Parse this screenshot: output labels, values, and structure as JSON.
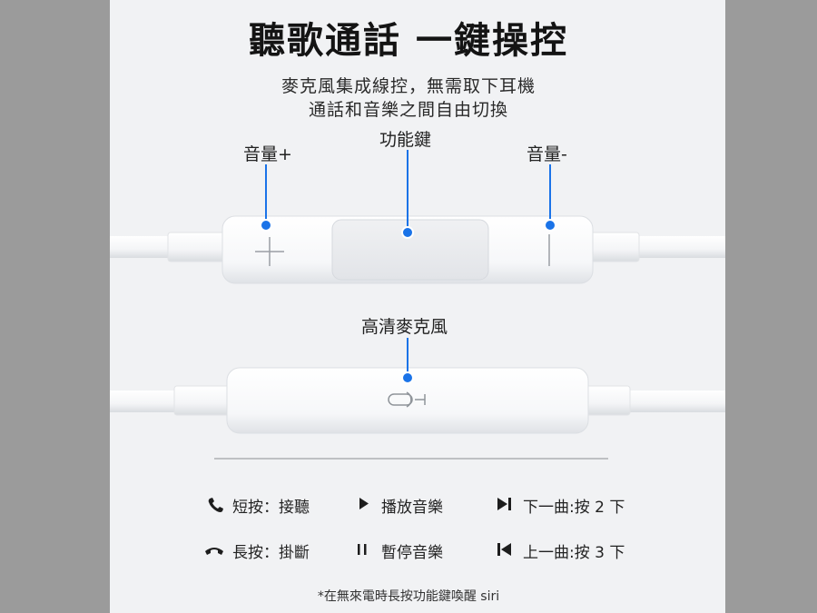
{
  "header": {
    "title": "聽歌通話 一鍵操控",
    "subtitle_line1": "麥克風集成線控，無需取下耳機",
    "subtitle_line2": "通話和音樂之間自由切換"
  },
  "controller": {
    "volume_up_label": "音量+",
    "function_key_label": "功能鍵",
    "volume_down_label": "音量-"
  },
  "microphone": {
    "label": "高清麥克風"
  },
  "legend": {
    "items": [
      {
        "icon": "phone-answer-icon",
        "text": "短按：接聽"
      },
      {
        "icon": "play-icon",
        "text": "播放音樂"
      },
      {
        "icon": "next-track-icon",
        "text": "下一曲:按 2 下"
      },
      {
        "icon": "phone-hangup-icon",
        "text": "長按：掛斷"
      },
      {
        "icon": "pause-icon",
        "text": "暫停音樂"
      },
      {
        "icon": "previous-track-icon",
        "text": "上一曲:按 3 下"
      }
    ]
  },
  "footnote": "*在無來電時長按功能鍵喚醒 siri",
  "colors": {
    "accent_blue": "#1a73e8",
    "panel_bg": "#f1f2f4",
    "side_bg": "#9b9b9b"
  }
}
